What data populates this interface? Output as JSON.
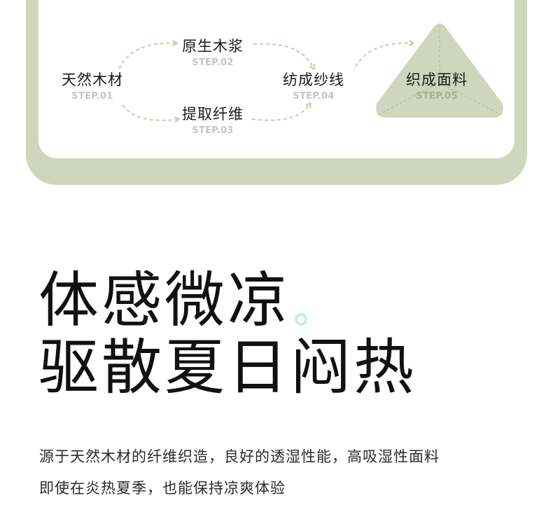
{
  "process": {
    "steps": [
      {
        "name": "天然木材",
        "code": "STEP.01"
      },
      {
        "name": "原生木浆",
        "code": "STEP.02"
      },
      {
        "name": "提取纤维",
        "code": "STEP.03"
      },
      {
        "name": "纺成纱线",
        "code": "STEP.04"
      },
      {
        "name": "织成面料",
        "code": "STEP.05"
      }
    ]
  },
  "headline": {
    "line1": "体感微凉",
    "line2": "驱散夏日闷热"
  },
  "description": {
    "line1": "源于天然木材的纤维织造，良好的透湿性能，高吸湿性面料",
    "line2": "即使在炎热夏季，也能保持凉爽体验"
  },
  "colors": {
    "card_green": "#cfd6bd",
    "triangle_green": "#cfd6bd",
    "arrow_green": "#c4cdb0",
    "step_code_gray": "#c2c6c9",
    "accent_dot": "#cde8f6"
  }
}
